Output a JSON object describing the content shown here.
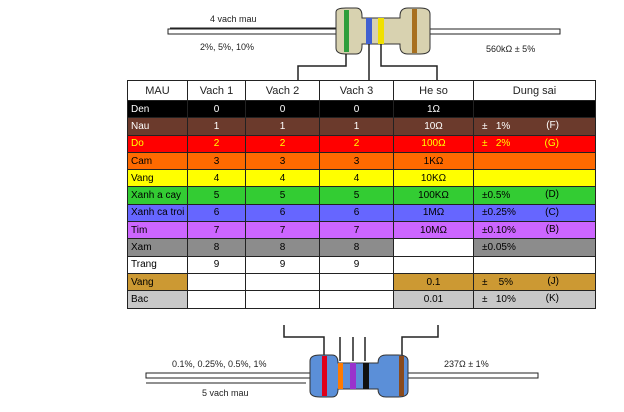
{
  "top_diagram": {
    "title": "4 vach mau",
    "left_note": "2%, 5%, 10%",
    "right_note": "560kΩ ± 5%"
  },
  "bottom_diagram": {
    "title": "5 vach mau",
    "left_note": "0.1%, 0.25%, 0.5%, 1%",
    "right_note": "237Ω ± 1%"
  },
  "table": {
    "headers": [
      "MAU",
      "Vach 1",
      "Vach 2",
      "Vach 3",
      "He so",
      "Dung sai"
    ],
    "rows": [
      {
        "name": "Den",
        "v1": "0",
        "v2": "0",
        "v3": "0",
        "mult": "1Ω",
        "tol": "",
        "code": "",
        "bg": "#000000",
        "fg": "#ffffff"
      },
      {
        "name": "Nau",
        "v1": "1",
        "v2": "1",
        "v3": "1",
        "mult": "10Ω",
        "tol": "±   1%",
        "code": "(F)",
        "bg": "#6b3a2c",
        "fg": "#ffffff"
      },
      {
        "name": "Do",
        "v1": "2",
        "v2": "2",
        "v3": "2",
        "mult": "100Ω",
        "tol": "±   2%",
        "code": "(G)",
        "bg": "#ff0000",
        "fg": "#ffff00"
      },
      {
        "name": "Cam",
        "v1": "3",
        "v2": "3",
        "v3": "3",
        "mult": "1KΩ",
        "tol": "",
        "code": "",
        "bg": "#ff6a00",
        "fg": "#000000"
      },
      {
        "name": "Vang",
        "v1": "4",
        "v2": "4",
        "v3": "4",
        "mult": "10KΩ",
        "tol": "",
        "code": "",
        "bg": "#ffff00",
        "fg": "#000000"
      },
      {
        "name": "Xanh  a cay",
        "v1": "5",
        "v2": "5",
        "v3": "5",
        "mult": "100KΩ",
        "tol": "±0.5%",
        "code": "(D)",
        "bg": "#33cc33",
        "fg": "#000000"
      },
      {
        "name": "Xanh ca troi",
        "v1": "6",
        "v2": "6",
        "v3": "6",
        "mult": "1MΩ",
        "tol": "±0.25%",
        "code": "(C)",
        "bg": "#6666ff",
        "fg": "#000000"
      },
      {
        "name": "Tim",
        "v1": "7",
        "v2": "7",
        "v3": "7",
        "mult": "10MΩ",
        "tol": "±0.10%",
        "code": "(B)",
        "bg": "#cc66ff",
        "fg": "#000000"
      },
      {
        "name": "Xam",
        "v1": "8",
        "v2": "8",
        "v3": "8",
        "mult": "",
        "tol": "±0.05%",
        "code": "",
        "bg": "#8c8c8c",
        "fg": "#000000"
      },
      {
        "name": "Trang",
        "v1": "9",
        "v2": "9",
        "v3": "9",
        "mult": "",
        "tol": "",
        "code": "",
        "bg": "#ffffff",
        "fg": "#000000"
      },
      {
        "name": "Vang",
        "v1": "",
        "v2": "",
        "v3": "",
        "mult": "0.1",
        "tol": "±    5%",
        "code": "(J)",
        "bg": "#cc9933",
        "fg": "#000000"
      },
      {
        "name": "Bac",
        "v1": "",
        "v2": "",
        "v3": "",
        "mult": "0.01",
        "tol": "±   10%",
        "code": "(K)",
        "bg": "#c8c8c8",
        "fg": "#000000"
      }
    ]
  }
}
